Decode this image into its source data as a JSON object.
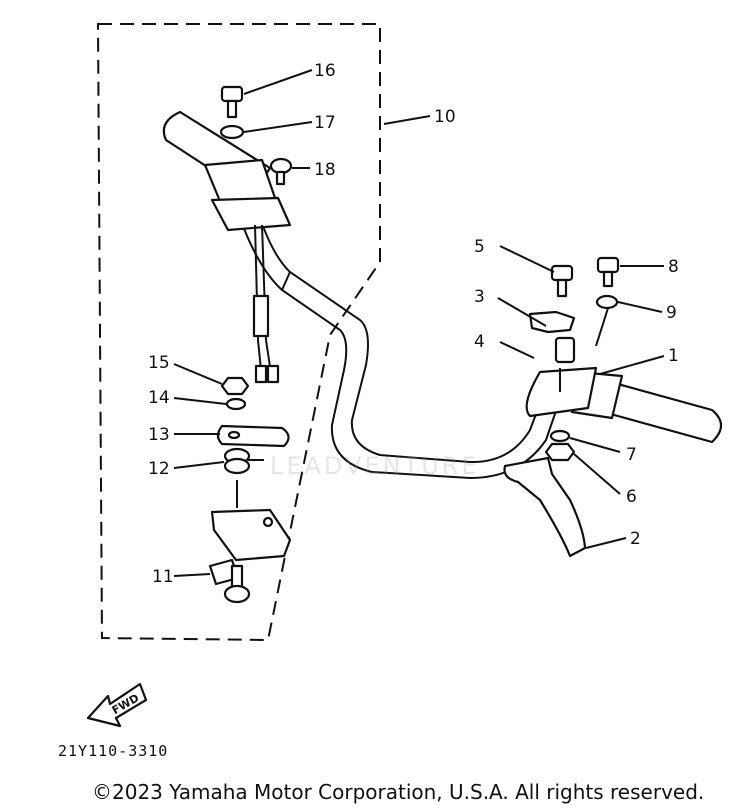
{
  "callouts": [
    "1",
    "2",
    "3",
    "4",
    "5",
    "6",
    "7",
    "8",
    "9",
    "10",
    "11",
    "12",
    "13",
    "14",
    "15",
    "16",
    "17",
    "18"
  ],
  "fwd_label": "FWD",
  "diagram_code": "21Y110-3310",
  "copyright": "©2023 Yamaha Motor Corporation, U.S.A. All rights reserved.",
  "watermark": "LEADVENTURE"
}
